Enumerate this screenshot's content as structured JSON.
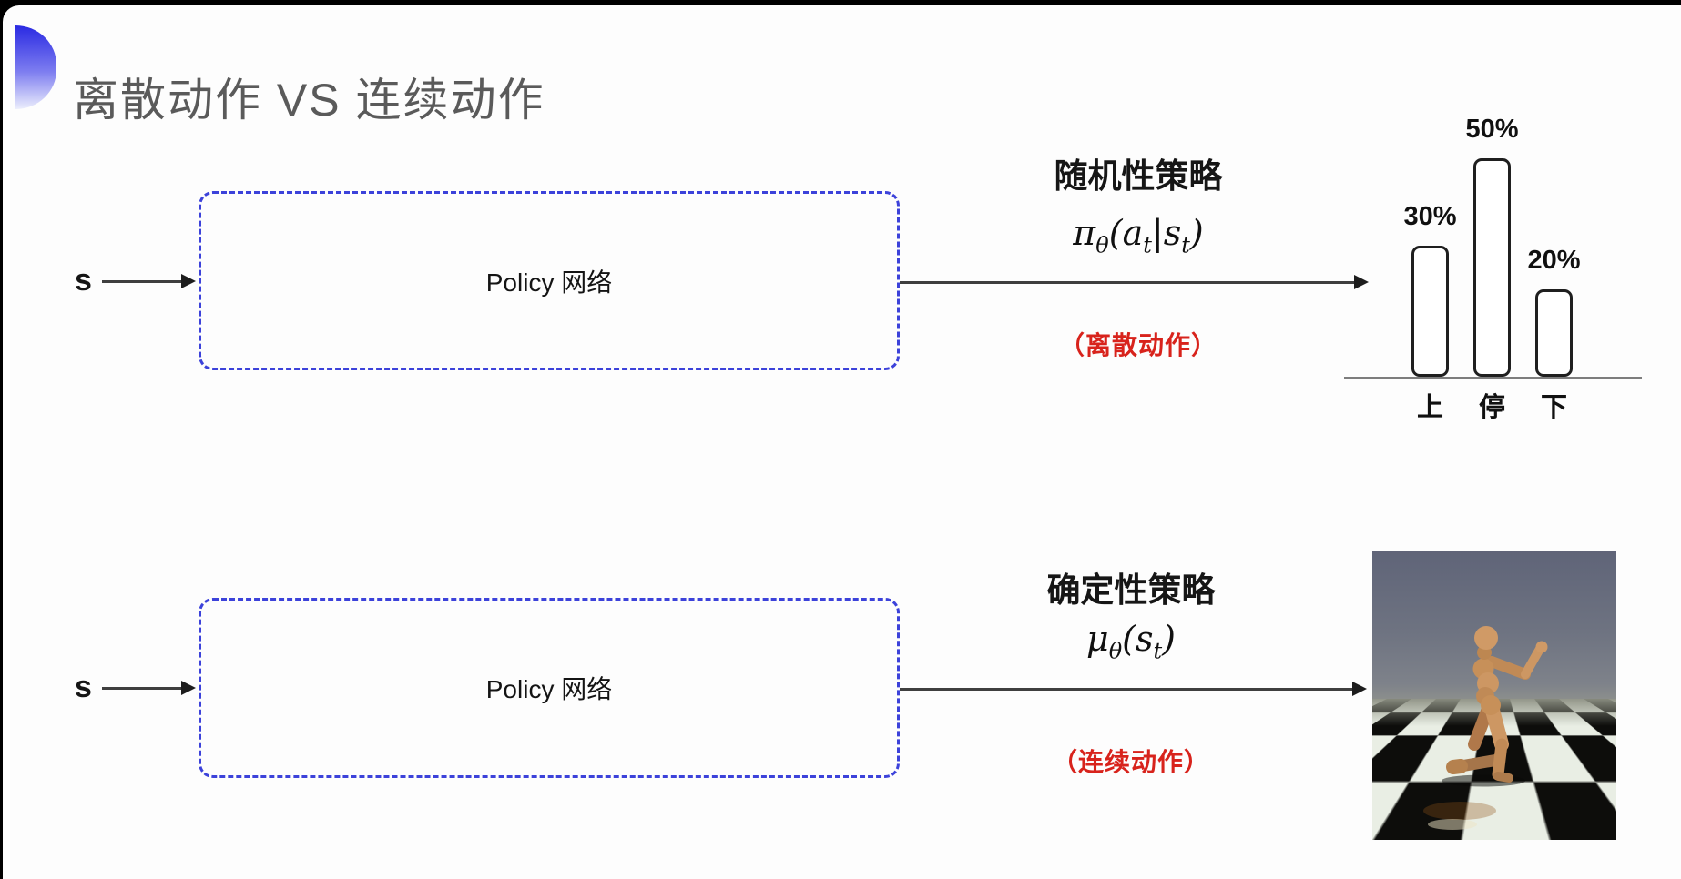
{
  "colors": {
    "accent_blue_dashed": "#3c42da",
    "red_note": "#d8231c",
    "title_gray": "#5a5a5a",
    "bullet_gradient_top": "#2a2ae2",
    "bullet_gradient_bottom": "#eceefc"
  },
  "slide": {
    "title": "离散动作 VS 连续动作"
  },
  "top_row": {
    "input_label": "s",
    "box_label": "Policy 网络",
    "policy_title": "随机性策略",
    "formula": {
      "sym": "π",
      "sym_sub": "θ",
      "lparen": "(",
      "arg1": "a",
      "arg1_sub": "t",
      "pipe": "|",
      "arg2": "s",
      "arg2_sub": "t",
      "rparen": ")"
    },
    "action_note": "（离散动作）"
  },
  "chart_data": {
    "type": "bar",
    "title": "",
    "categories": [
      "上",
      "停",
      "下"
    ],
    "values": [
      30,
      50,
      20
    ],
    "value_labels": [
      "30%",
      "50%",
      "20%"
    ],
    "ylim": [
      0,
      60
    ],
    "grid": false,
    "legend": false,
    "bar_fill": "#ffffff",
    "bar_border": "#1f1f1f",
    "baseline_color": "#7d7d7d"
  },
  "bottom_row": {
    "input_label": "s",
    "box_label": "Policy 网络",
    "policy_title": "确定性策略",
    "formula": {
      "sym": "μ",
      "sym_sub": "θ",
      "lparen": "(",
      "arg1": "s",
      "arg1_sub": "t",
      "rparen": ")"
    },
    "action_note": "（连续动作）"
  }
}
